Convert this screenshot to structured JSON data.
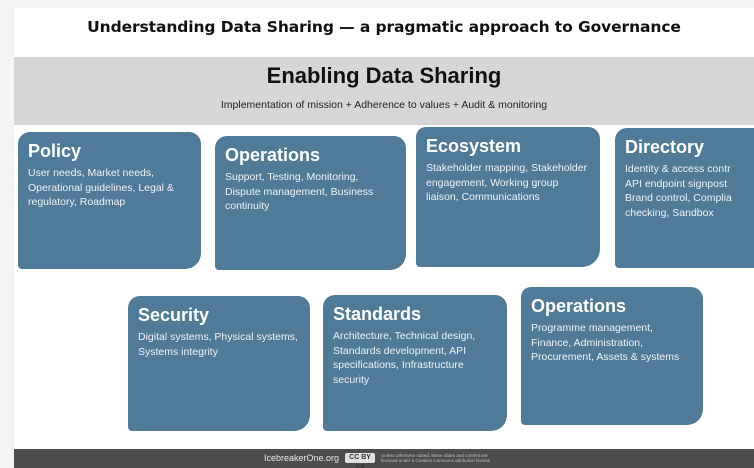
{
  "title": "Understanding Data Sharing — a pragmatic approach to Governance",
  "banner": {
    "heading": "Enabling Data Sharing",
    "subtitle": "Implementation of mission + Adherence to values + Audit & monitoring"
  },
  "boxes": {
    "policy": {
      "title": "Policy",
      "text": "User needs, Market needs, Operational guidelines, Legal & regulatory, Roadmap"
    },
    "operations_top": {
      "title": "Operations",
      "text": "Support, Testing, Monitoring, Dispute management, Business continuity"
    },
    "ecosystem": {
      "title": "Ecosystem",
      "text": "Stakeholder mapping, Stakeholder engagement, Working group liaison, Communications"
    },
    "directory": {
      "title": "Directory",
      "lines": [
        "Identity & access contr",
        "API endpoint signpost",
        "Brand control, Complia",
        "checking, Sandbox"
      ]
    },
    "security": {
      "title": "Security",
      "text": "Digital systems, Physical systems, Systems integrity"
    },
    "standards": {
      "title": "Standards",
      "text": "Architecture, Technical design, Standards development, API specifications, Infrastructure security"
    },
    "operations_bottom": {
      "title": "Operations",
      "text": "Programme management, Finance, Administration, Procurement, Assets & systems"
    }
  },
  "footer": {
    "site": "IcebreakerOne.org",
    "cc_badge": "CC BY SA",
    "license_text": "Unless otherwise stated, these slides and content are licensed under a Creative Commons attribution license"
  }
}
